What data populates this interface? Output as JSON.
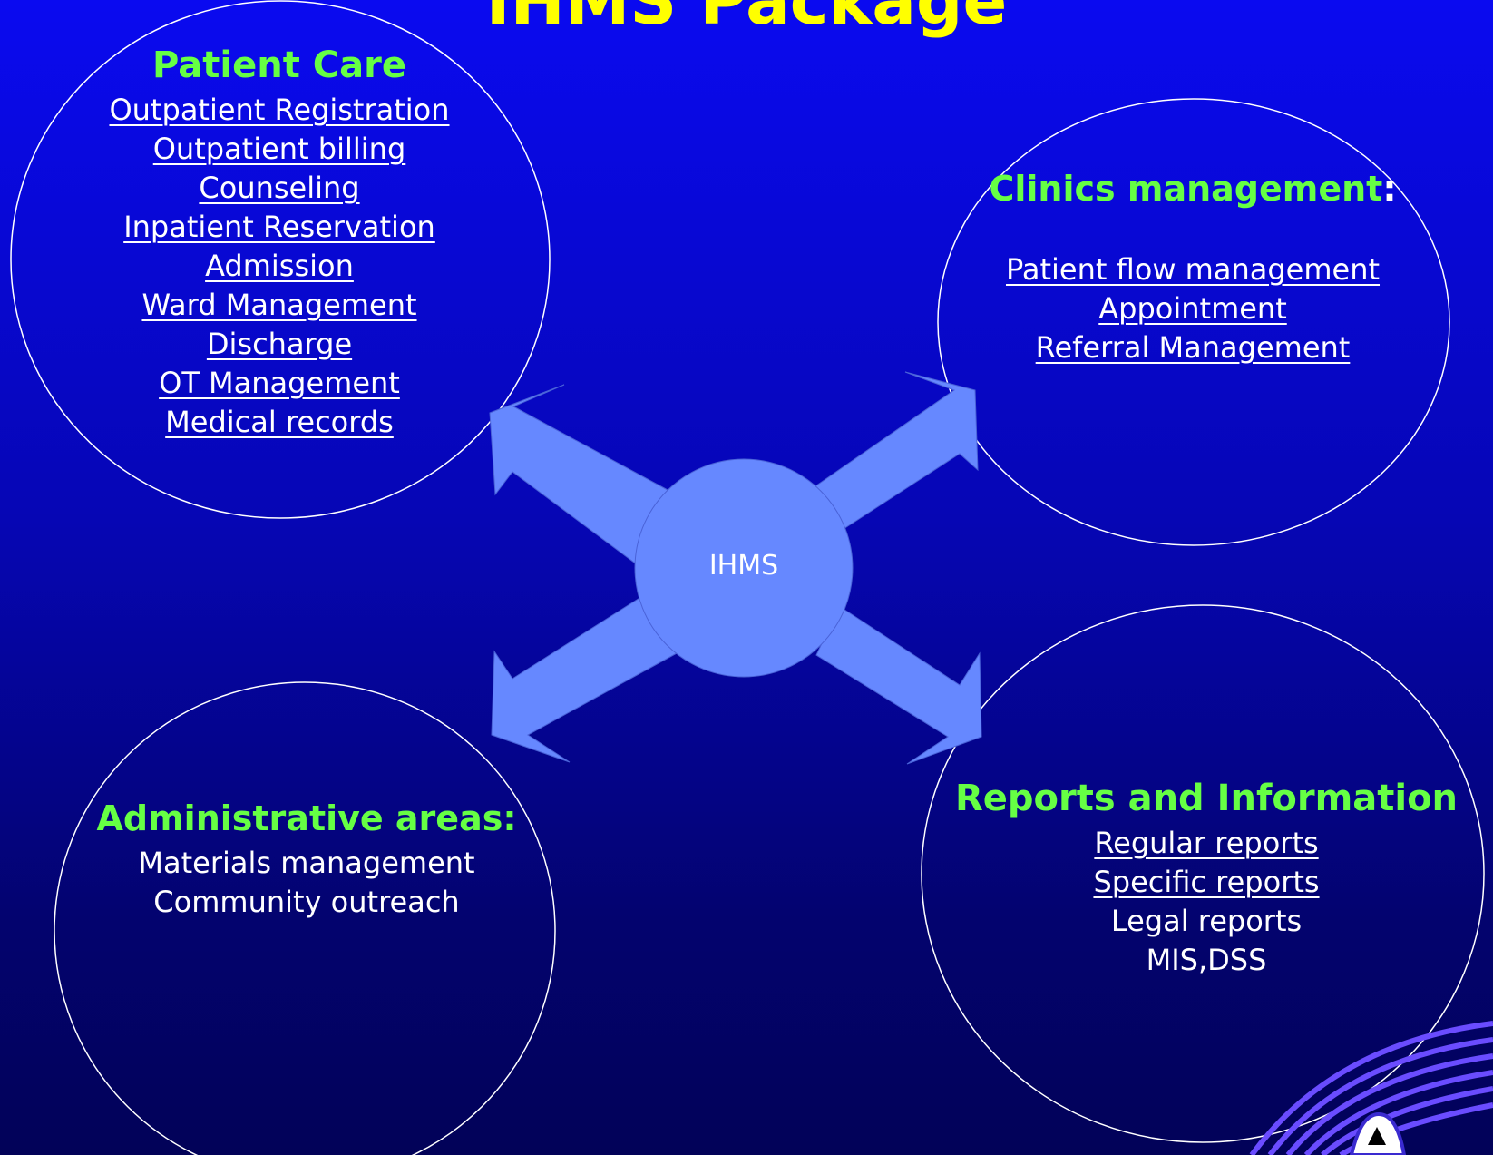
{
  "title": "IHMS Package",
  "hub": {
    "label": "IHMS"
  },
  "patient_care": {
    "heading": "Patient Care",
    "items": [
      "Outpatient Registration",
      "Outpatient billing",
      "Counseling",
      "Inpatient Reservation",
      "Admission",
      "Ward Management",
      "Discharge",
      "OT Management",
      "Medical records"
    ]
  },
  "clinics": {
    "heading": "Clinics management",
    "heading_suffix": ":",
    "items": [
      "Patient flow management",
      "Appointment",
      "Referral Management"
    ]
  },
  "admin": {
    "heading": "Administrative areas:",
    "items": [
      "Materials management",
      "Community outreach"
    ]
  },
  "reports": {
    "heading": "Reports and Information",
    "items": [
      "Regular reports",
      "Specific reports",
      "Legal reports",
      "MIS,DSS"
    ]
  },
  "colors": {
    "title": "#ffff00",
    "heading": "#66ff44",
    "arrow_fill": "#6688ff",
    "circle_stroke": "#ffffff",
    "background_top": "#0a0af0",
    "background_bottom": "#020258"
  },
  "logo": "eye-logo-icon"
}
